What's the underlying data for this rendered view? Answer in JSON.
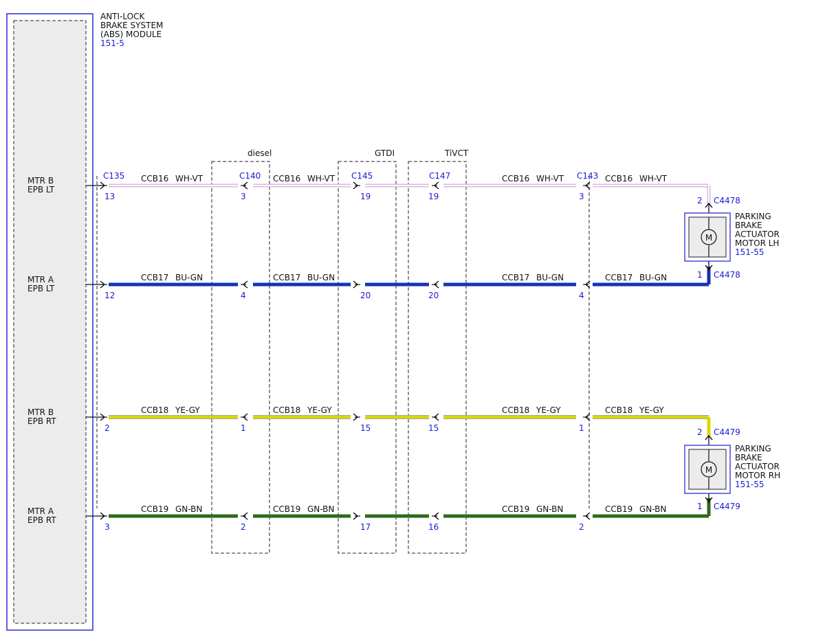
{
  "module": {
    "title_lines": [
      "ANTI-LOCK",
      "BRAKE SYSTEM",
      "(ABS) MODULE"
    ],
    "ref": "151-5",
    "pins": [
      {
        "lines": [
          "MTR B",
          "EPB LT"
        ]
      },
      {
        "lines": [
          "MTR A",
          "EPB LT"
        ]
      },
      {
        "lines": [
          "MTR B",
          "EPB RT"
        ]
      },
      {
        "lines": [
          "MTR A",
          "EPB RT"
        ]
      }
    ]
  },
  "option_groups": [
    "diesel",
    "GTDI",
    "TiVCT"
  ],
  "connectors": [
    "C135",
    "C140",
    "C145",
    "C147",
    "C143"
  ],
  "circuits": [
    {
      "circuit": "CCB16",
      "color_code": "WH-VT",
      "pins": [
        "13",
        "3",
        "19",
        "19",
        "3"
      ],
      "end_pin": "2",
      "end_connector": "C4478",
      "stroke": "#d9b8e0",
      "accent": "#ffffff"
    },
    {
      "circuit": "CCB17",
      "color_code": "BU-GN",
      "pins": [
        "12",
        "4",
        "20",
        "20",
        "4"
      ],
      "end_pin": "1",
      "end_connector": "C4478",
      "stroke": "#1633b4",
      "accent": ""
    },
    {
      "circuit": "CCB18",
      "color_code": "YE-GY",
      "pins": [
        "2",
        "1",
        "15",
        "15",
        "1"
      ],
      "end_pin": "2",
      "end_connector": "C4479",
      "stroke": "#d8d800",
      "accent": "#a6a6a6"
    },
    {
      "circuit": "CCB19",
      "color_code": "GN-BN",
      "pins": [
        "3",
        "2",
        "17",
        "16",
        "2"
      ],
      "end_pin": "1",
      "end_connector": "C4479",
      "stroke": "#2e6b1e",
      "accent": ""
    }
  ],
  "motors": [
    {
      "lines": [
        "PARKING",
        "BRAKE",
        "ACTUATOR",
        "MOTOR LH"
      ],
      "ref": "151-55",
      "symbol": "M"
    },
    {
      "lines": [
        "PARKING",
        "BRAKE",
        "ACTUATOR",
        "MOTOR RH"
      ],
      "ref": "151-55",
      "symbol": "M"
    }
  ],
  "colors": {
    "component_outline": "#2a2ad8",
    "label_blue": "#1a1ad6"
  }
}
